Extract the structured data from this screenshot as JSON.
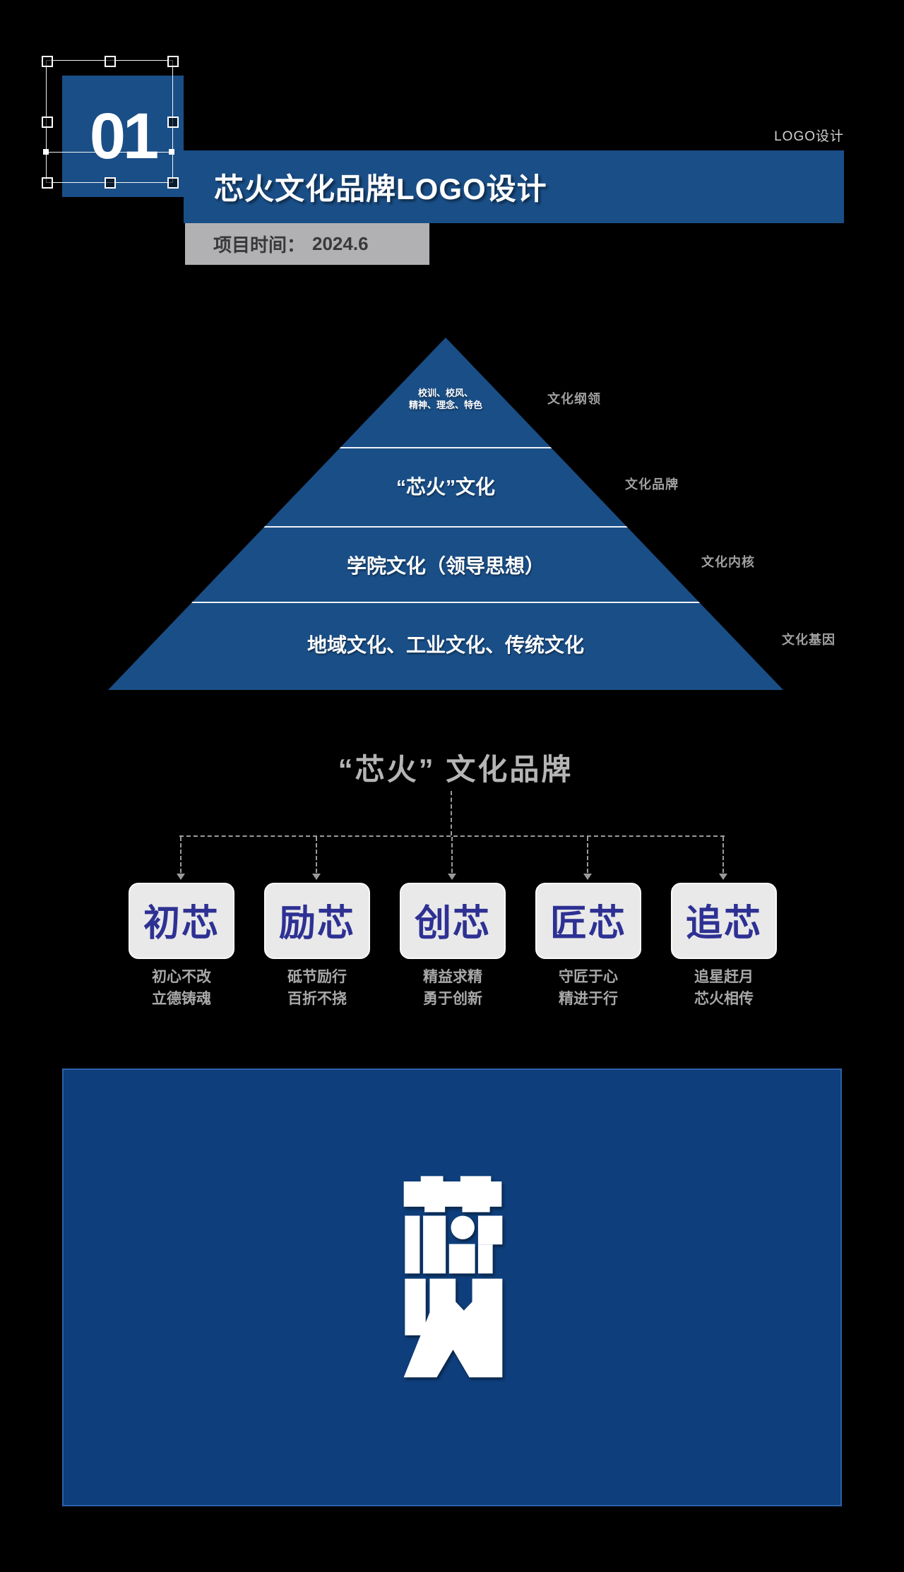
{
  "header": {
    "section_number": "01",
    "corner_label": "LOGO设计",
    "title": "芯火文化品牌LOGO设计",
    "meta_label": "项目时间：",
    "meta_value": "2024.6"
  },
  "colors": {
    "background": "#000000",
    "primary_blue": "#1a4e86",
    "panel_blue": "#0e3e7b",
    "panel_border_blue": "#2d61ac",
    "brand_text_blue": "#2e3193",
    "meta_bar_gray": "#b1b1b4",
    "label_gray": "#a0a0a0",
    "heading_gray": "#b5b5b5"
  },
  "pyramid": {
    "levels": [
      {
        "line1": "校训、校风、",
        "line2": "精神、理念、特色",
        "label": "文化纲领"
      },
      {
        "text": "“芯火”文化",
        "label": "文化品牌"
      },
      {
        "text": "学院文化（领导思想）",
        "label": "文化内核"
      },
      {
        "text": "地域文化、工业文化、传统文化",
        "label": "文化基因"
      }
    ]
  },
  "brand": {
    "heading": "“芯火” 文化品牌",
    "items": [
      {
        "name": "初芯",
        "caption1": "初心不改",
        "caption2": "立德铸魂"
      },
      {
        "name": "励芯",
        "caption1": "砥节励行",
        "caption2": "百折不挠"
      },
      {
        "name": "创芯",
        "caption1": "精益求精",
        "caption2": "勇于创新"
      },
      {
        "name": "匠芯",
        "caption1": "守匠于心",
        "caption2": "精进于行"
      },
      {
        "name": "追芯",
        "caption1": "追星赶月",
        "caption2": "芯火相传"
      }
    ]
  },
  "logo_panel": {
    "logo_name": "xinhuo-logo-mark"
  }
}
